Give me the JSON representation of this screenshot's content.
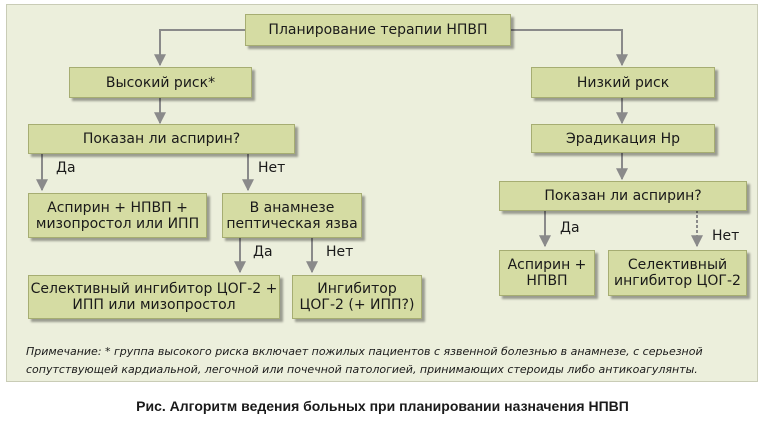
{
  "diagram": {
    "root": "Планирование терапии НПВП",
    "high_risk": "Высокий риск*",
    "low_risk": "Низкий риск",
    "aspirin_q_left": "Показан ли аспирин?",
    "eradication": "Эрадикация Нр",
    "aspirin_q_right": "Показан ли аспирин?",
    "aspirin_nsaid_miso": "Аспирин + НПВП +\nмизопростол или ИПП",
    "ulcer_history": "В анамнезе\nпептическая язва",
    "selective_cox2_ppi": "Селективный ингибитор ЦОГ-2 +\nИПП или мизопростол",
    "cox2_inhibitor_ppi": "Ингибитор\nЦОГ-2 (+ ИПП?)",
    "aspirin_nsaid": "Аспирин +\nНПВП",
    "selective_cox2": "Селективный\nингибитор ЦОГ-2",
    "yes": "Да",
    "no": "Нет"
  },
  "note": {
    "label": "Примечание:",
    "text": "* группа высокого риска включает пожилых пациентов с язвенной болезнью в анамнезе, с серьезной сопутствующей кардиальной, легочной или почечной патологией, принимающих стероиды либо антикоагулянты."
  },
  "caption": "Рис. Алгоритм ведения больных при планировании назначения НПВП",
  "colors": {
    "panel": "#ecefdc",
    "box": "#d5dca3",
    "border": "#a6ad72",
    "arrow": "#8a8a8a"
  }
}
